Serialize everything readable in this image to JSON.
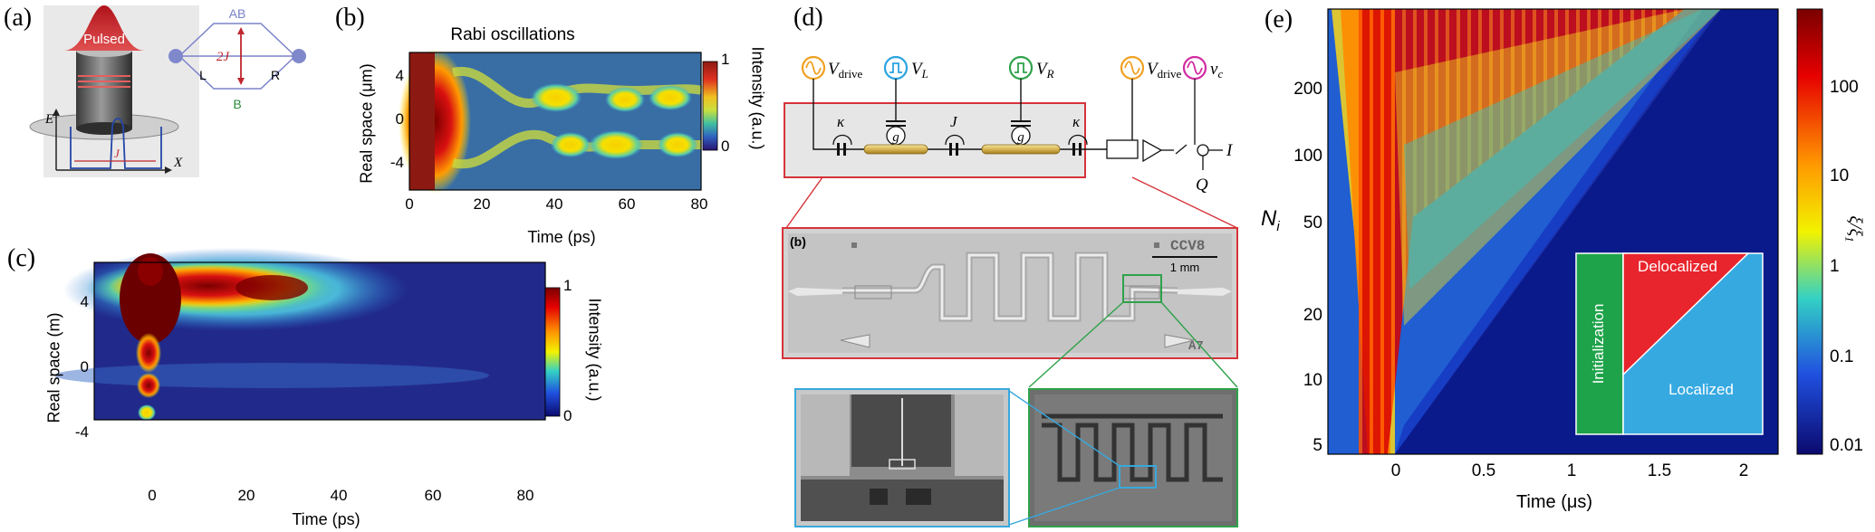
{
  "panels": {
    "a": {
      "label": "(a)",
      "pulsed": "Pulsed",
      "energy_axis": "E",
      "position_axis": "X",
      "coupling": "J",
      "node_ab": "AB",
      "node_b": "B",
      "node_l": "L",
      "node_r": "R",
      "splitting": "2J"
    },
    "b": {
      "label": "(b)",
      "title": "Rabi oscillations",
      "xlabel": "Time (ps)",
      "ylabel": "Real space (μm)",
      "xticks": [
        "0",
        "20",
        "40",
        "60",
        "80"
      ],
      "yticks": [
        "4",
        "0",
        "-4"
      ],
      "cbar_label": "Intensity (a.u.)",
      "cbar_ticks": [
        "1",
        "0"
      ]
    },
    "c": {
      "label": "(c)",
      "xlabel": "Time (ps)",
      "ylabel": "Real space (m)",
      "xticks": [
        "0",
        "20",
        "40",
        "60",
        "80"
      ],
      "yticks": [
        "4",
        "0",
        "-4"
      ],
      "cbar_label": "Intensity (a.u.)",
      "cbar_ticks": [
        "1",
        "0"
      ]
    },
    "d": {
      "label": "(d)",
      "sources": [
        "V",
        "V",
        "V",
        "V",
        "ν"
      ],
      "source_subs": [
        "drive",
        "L",
        "R",
        "drive",
        "c"
      ],
      "kappa": "κ",
      "g": "g",
      "j": "J",
      "out_i": "I",
      "out_q": "Q",
      "chip_label": "(b)",
      "chip_id": "CCV8",
      "chip_corner": "A7",
      "scale_bar": "1 mm"
    },
    "e": {
      "label": "(e)",
      "xlabel": "Time (μs)",
      "ylabel_main": "N",
      "ylabel_sub": "i",
      "xticks": [
        "0",
        "0.5",
        "1",
        "1.5",
        "2"
      ],
      "yticks": [
        "200",
        "100",
        "50",
        "20",
        "10",
        "5"
      ],
      "cbar_label": "ξ/ξ",
      "cbar_label_sub": "1",
      "cbar_ticks": [
        "100",
        "10",
        "1",
        "0.1",
        "0.01"
      ],
      "inset": {
        "init": "Initialization",
        "deloc": "Delocalized",
        "loc": "Localized"
      }
    }
  },
  "colors": {
    "jet_red": "#8b0000",
    "jet_blue": "#0a1a8a",
    "inset_green": "#1fa34a",
    "inset_red": "#e8242c",
    "inset_blue": "#36a9e1",
    "chip_border": "#d6333a",
    "zoom_blue": "#38a8dc",
    "zoom_green": "#2ea24a"
  }
}
